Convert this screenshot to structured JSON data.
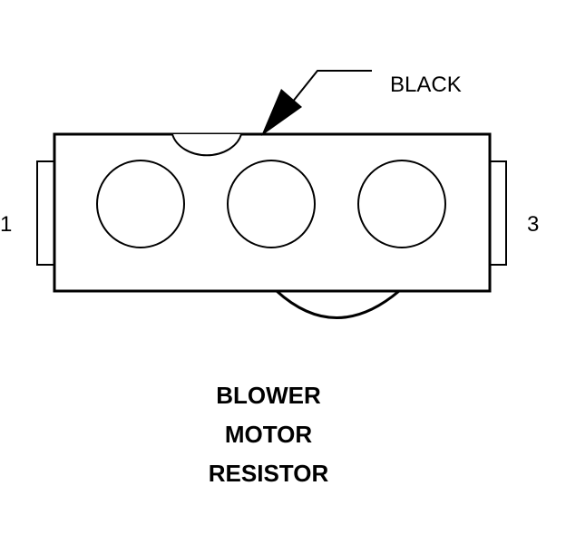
{
  "callout_label": "BLACK",
  "pin_labels": {
    "left": "1",
    "right": "3"
  },
  "title_lines": [
    "BLOWER",
    "MOTOR",
    "RESISTOR"
  ],
  "colors": {
    "line": "#000000",
    "background": "#ffffff"
  }
}
